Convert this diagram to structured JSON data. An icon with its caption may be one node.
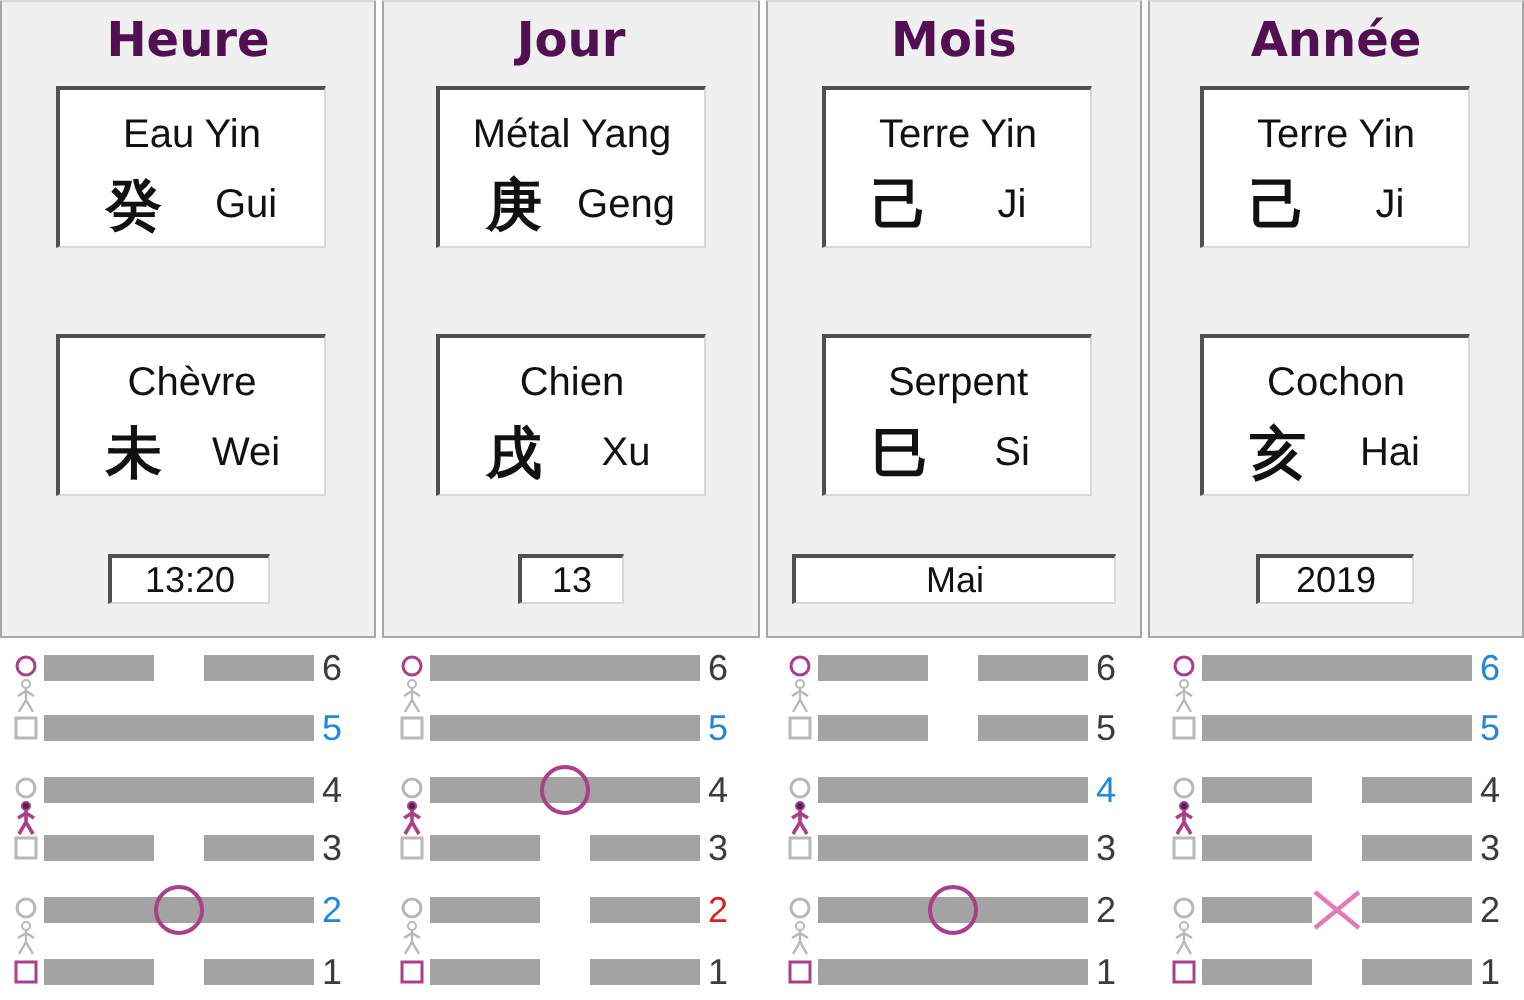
{
  "diagram": {
    "nodes": [
      {
        "text": [
          "Heure"
        ]
      },
      {
        "text": [
          "Eau Yin",
          "癸",
          "Gui"
        ],
        "in": 0
      },
      {
        "text": [
          "Chèvre",
          "未",
          "Wei"
        ],
        "in": 0
      },
      {
        "text": [
          "13:20"
        ],
        "in": 0
      },
      {
        "text": [
          "Jour"
        ]
      },
      {
        "text": [
          "Métal Yang",
          "庚",
          "Geng"
        ],
        "in": 4
      },
      {
        "text": [
          "Chien",
          "戌",
          "Xu"
        ],
        "in": 4
      },
      {
        "text": [
          "13"
        ],
        "in": 4
      },
      {
        "text": [
          "Mois"
        ]
      },
      {
        "text": [
          "Terre Yin",
          "己",
          "Ji"
        ],
        "in": 8
      },
      {
        "text": [
          "Serpent",
          "巳",
          "Si"
        ],
        "in": 8
      },
      {
        "text": [
          "Mai"
        ],
        "in": 8
      },
      {
        "text": [
          "Année"
        ]
      },
      {
        "text": [
          "Terre Yin",
          "己",
          "Ji"
        ],
        "in": 12
      },
      {
        "text": [
          "Cochon",
          "亥",
          "Hai"
        ],
        "in": 12
      },
      {
        "text": [
          "2019"
        ],
        "in": 12
      }
    ],
    "labels": [
      "6",
      "5",
      "4",
      "3",
      "2",
      "1",
      "6",
      "5",
      "4",
      "3",
      "2",
      "1",
      "6",
      "5",
      "4",
      "3",
      "2",
      "1",
      "6",
      "5",
      "4",
      "3",
      "2",
      "1"
    ]
  }
}
